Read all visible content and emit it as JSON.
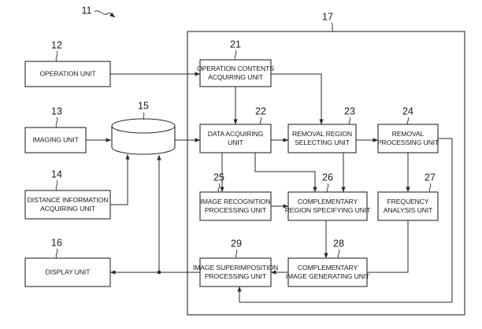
{
  "system_ref": "11",
  "frame_ref": "17",
  "units": [
    {
      "id": "u12",
      "ref": "12",
      "lines": [
        "OPERATION UNIT"
      ]
    },
    {
      "id": "u13",
      "ref": "13",
      "lines": [
        "IMAGING UNIT"
      ]
    },
    {
      "id": "u14",
      "ref": "14",
      "lines": [
        "DISTANCE INFORMATION",
        "ACQUIRING UNIT"
      ]
    },
    {
      "id": "u16",
      "ref": "16",
      "lines": [
        "DISPLAY UNIT"
      ]
    },
    {
      "id": "u21",
      "ref": "21",
      "lines": [
        "OPERATION CONTENTS",
        "ACQUIRING UNIT"
      ]
    },
    {
      "id": "u22",
      "ref": "22",
      "lines": [
        "DATA ACQUIRING",
        "UNIT"
      ]
    },
    {
      "id": "u23",
      "ref": "23",
      "lines": [
        "REMOVAL REGION",
        "SELECTING UNIT"
      ]
    },
    {
      "id": "u24",
      "ref": "24",
      "lines": [
        "REMOVAL",
        "PROCESSING UNIT"
      ]
    },
    {
      "id": "u25",
      "ref": "25",
      "lines": [
        "IMAGE RECOGNITION",
        "PROCESSING UNIT"
      ]
    },
    {
      "id": "u26",
      "ref": "26",
      "lines": [
        "COMPLEMENTARY",
        "REGION SPECIFYING UNIT"
      ]
    },
    {
      "id": "u27",
      "ref": "27",
      "lines": [
        "FREQUENCY",
        "ANALYSIS UNIT"
      ]
    },
    {
      "id": "u28",
      "ref": "28",
      "lines": [
        "COMPLEMENTARY",
        "IMAGE GENERATING UNIT"
      ]
    },
    {
      "id": "u29",
      "ref": "29",
      "lines": [
        "IMAGE SUPERIMPOSITION",
        "PROCESSING UNIT"
      ]
    }
  ],
  "storage": {
    "id": "s15",
    "ref": "15"
  }
}
